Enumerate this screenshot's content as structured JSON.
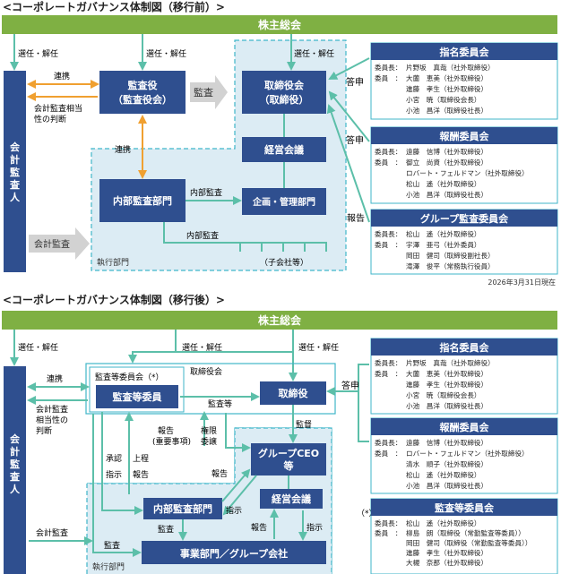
{
  "before": {
    "heading": "<コーポレートガバナンス体制図（移行前）>",
    "shareholders": "株主総会",
    "auditor_external": "会計監査人",
    "kansayaku": [
      "監査役",
      "（監査役会）"
    ],
    "board": [
      "取締役会",
      "（取締役）"
    ],
    "keiei": "経営会議",
    "kikaku": "企画・管理部門",
    "naibu": "内部監査部門",
    "subsidiaries": "（子会社等）",
    "exec_dept": "執行部門",
    "arrows": {
      "elect1": "選任・解任",
      "elect2": "選任・解任",
      "elect3": "選任・解任",
      "renkei1": "連携",
      "fit": [
        "会計監査相当",
        "性の判断"
      ],
      "kansa": "監査",
      "renkei2": "連携",
      "naibu_kansa1": "内部監査",
      "naibu_kansa2": "内部監査",
      "kaikei_kansa": "会計監査",
      "toshin1": "答申",
      "toshin2": "答申",
      "hokoku": "報告"
    },
    "committees": [
      {
        "title": "指名委員会",
        "lines": [
          [
            "委員長：",
            "片野坂　真哉（社外取締役）"
          ],
          [
            "委員　：",
            "大薗　恵美（社外取締役）"
          ],
          [
            "",
            "進藤　孝生（社外取締役）"
          ],
          [
            "",
            "小宮　暁（取締役会長）"
          ],
          [
            "",
            "小池　昌洋（取締役社長）"
          ]
        ]
      },
      {
        "title": "報酬委員会",
        "lines": [
          [
            "委員長：",
            "遠藤　信博（社外取締役）"
          ],
          [
            "委員　：",
            "御立　尚資（社外取締役）"
          ],
          [
            "",
            "ロバート・フェルドマン（社外取締役）"
          ],
          [
            "",
            "松山　遙（社外取締役）"
          ],
          [
            "",
            "小池　昌洋（取締役社長）"
          ]
        ]
      },
      {
        "title": "グループ監査委員会",
        "lines": [
          [
            "委員長：",
            "松山　遙（社外取締役）"
          ],
          [
            "委員　：",
            "宇澤　亜弓（社外委員）"
          ],
          [
            "",
            "岡田　健司（取締役副社長）"
          ],
          [
            "",
            "滝澤　俊平（常務執行役員）"
          ]
        ]
      }
    ],
    "date": "2026年3月31日現在"
  },
  "after": {
    "heading": "<コーポレートガバナンス体制図（移行後）>",
    "shareholders": "株主総会",
    "auditor_external": "会計監査人",
    "kansato_iinkai": "監査等委員会（*）",
    "kansato_iin": "監査等委員",
    "board_outer": "取締役会",
    "board_inner": "取締役",
    "group_ceo": [
      "グループCEO",
      "等"
    ],
    "keiei": "経営会議",
    "naibu": "内部監査部門",
    "jigyo": "事業部門／グループ会社",
    "exec_dept": "執行部門",
    "arrows": {
      "elect1": "選任・解任",
      "elect2": "選任・解任",
      "elect3": "選任・解任",
      "renkei": "連携",
      "fit": [
        "会計監査",
        "相当性の",
        "判断"
      ],
      "kansato": "監査等",
      "toshin": "答申",
      "kantoku": "監督",
      "hokoku1": [
        "報告",
        "(重要事項)"
      ],
      "kengen": [
        "権限",
        "委譲"
      ],
      "shonin": [
        "承認",
        "指示"
      ],
      "jotei": [
        "上程",
        "報告"
      ],
      "hokoku2": "報告",
      "shiji1": "指示",
      "kansa1": "監査",
      "hokoku3": "報告",
      "shiji2": "指示",
      "kansa2": "監査",
      "kaikei_kansa": "会計監査"
    },
    "committees": [
      {
        "title": "指名委員会",
        "lines": [
          [
            "委員長：",
            "片野坂　真哉（社外取締役）"
          ],
          [
            "委員　：",
            "大薗　恵美（社外取締役）"
          ],
          [
            "",
            "進藤　孝生（社外取締役）"
          ],
          [
            "",
            "小宮　暁（取締役会長）"
          ],
          [
            "",
            "小池　昌洋（取締役社長）"
          ]
        ]
      },
      {
        "title": "報酬委員会",
        "lines": [
          [
            "委員長：",
            "遠藤　信博（社外取締役）"
          ],
          [
            "委員　：",
            "ロバート・フェルドマン（社外取締役）"
          ],
          [
            "",
            "清水　順子（社外取締役）"
          ],
          [
            "",
            "松山　遙（社外取締役）"
          ],
          [
            "",
            "小池　昌洋（取締役社長）"
          ]
        ]
      },
      {
        "title": "監査等委員会",
        "lines": [
          [
            "委員長：",
            "松山　遙（社外取締役）"
          ],
          [
            "委員　：",
            "柳島　朗（取締役（常勤監査等委員））"
          ],
          [
            "",
            "岡田　健司（取締役（常勤監査等委員））"
          ],
          [
            "",
            "進藤　孝生（社外取締役）"
          ],
          [
            "",
            "大槻　奈那（社外取締役）"
          ]
        ]
      }
    ],
    "star": "（*）"
  },
  "colors": {
    "green": "#7fb043",
    "navy": "#2f4f8f",
    "teal": "#5cbfa9",
    "orange": "#f0a030",
    "cyan": "#3fb6c9",
    "light": "#dcecf4",
    "gray": "#c9c9c9"
  }
}
